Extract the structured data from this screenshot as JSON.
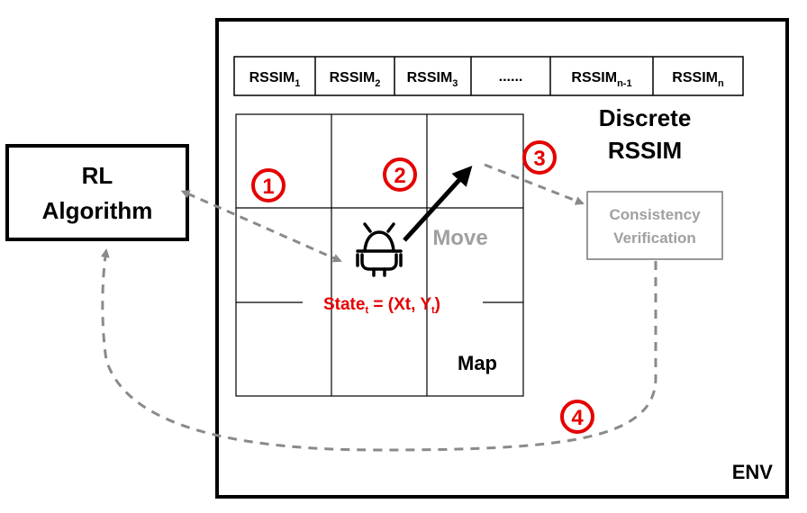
{
  "rl_box": {
    "line1": "RL",
    "line2": "Algorithm"
  },
  "env_label": "ENV",
  "rssim_cells": [
    {
      "base": "RSSIM",
      "sub": "1"
    },
    {
      "base": "RSSIM",
      "sub": "2"
    },
    {
      "base": "RSSIM",
      "sub": "3"
    },
    {
      "base": "......",
      "sub": ""
    },
    {
      "base": "RSSIM",
      "sub": "n-1"
    },
    {
      "base": "RSSIM",
      "sub": "n"
    }
  ],
  "discrete_label": {
    "line1": "Discrete",
    "line2": "RSSIM"
  },
  "map_label": "Map",
  "move_label": "Move",
  "state_label": {
    "prefix": "State",
    "prefix_sub": "t",
    "mid": " = (X",
    "x_sub": "t",
    "sep": ", Y",
    "y_sub": "t",
    "end": ")"
  },
  "consistency_box": {
    "line1": "Consistency",
    "line2": "Verification"
  },
  "steps": [
    "1",
    "2",
    "3",
    "4"
  ],
  "colors": {
    "red": "#e60000",
    "gray": "#8a8a8a",
    "black": "#000000"
  },
  "icons": [
    "robot-icon"
  ]
}
